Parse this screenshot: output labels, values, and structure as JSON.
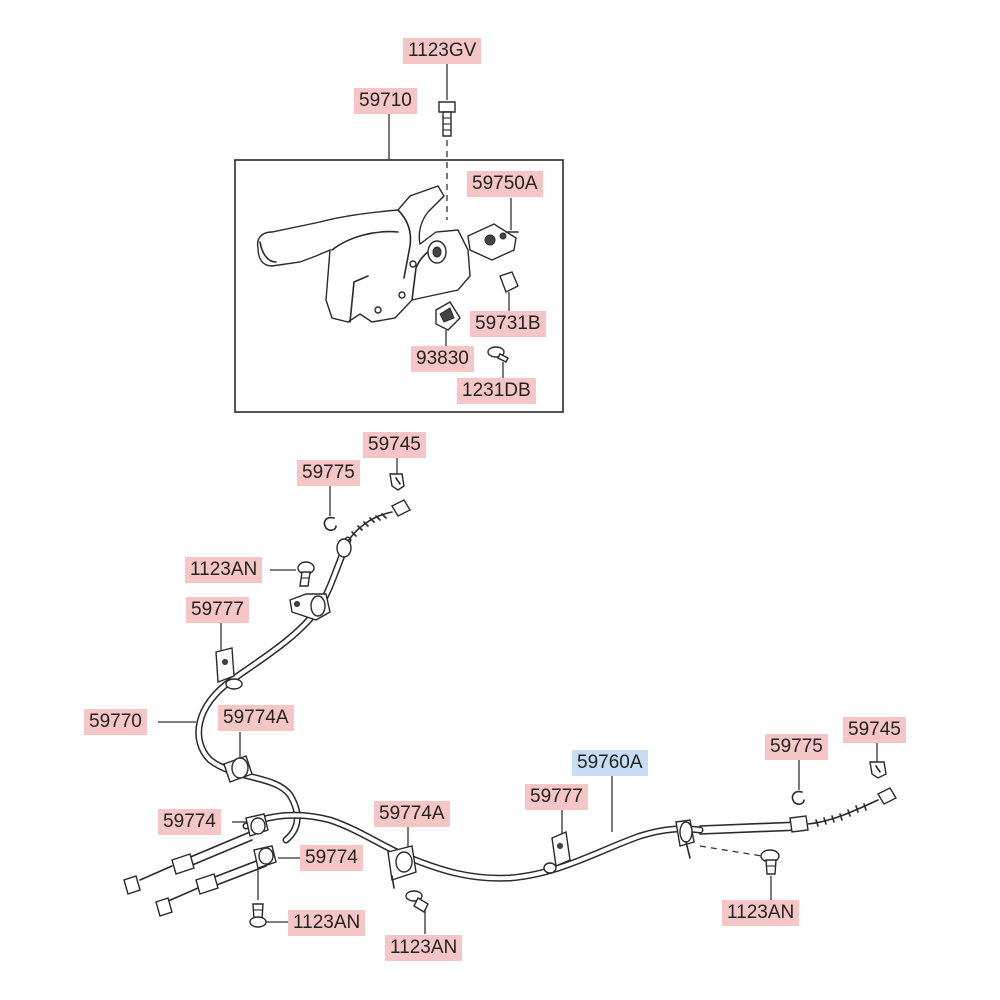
{
  "callouts": {
    "c1123gv": "1123GV",
    "c59710": "59710",
    "c59750a": "59750A",
    "c59731b": "59731B",
    "c93830": "93830",
    "c1231db": "1231DB",
    "c59745_top": "59745",
    "c59775_top": "59775",
    "c1123an_top": "1123AN",
    "c59777_left": "59777",
    "c59770": "59770",
    "c59774a_left": "59774A",
    "c59774_upper": "59774",
    "c59774_lower": "59774",
    "c59774a_mid": "59774A",
    "c59777_mid": "59777",
    "c59760a": "59760A",
    "c59775_right": "59775",
    "c59745_right": "59745",
    "c1123an_right": "1123AN",
    "c1123an_bottom_left": "1123AN",
    "c1123an_bottom_mid": "1123AN"
  },
  "colors": {
    "callout_bg": "#f6c6c6",
    "callout_highlight_bg": "#c7ddf5",
    "line": "#2a2a2a"
  },
  "highlighted_part": "59760A"
}
